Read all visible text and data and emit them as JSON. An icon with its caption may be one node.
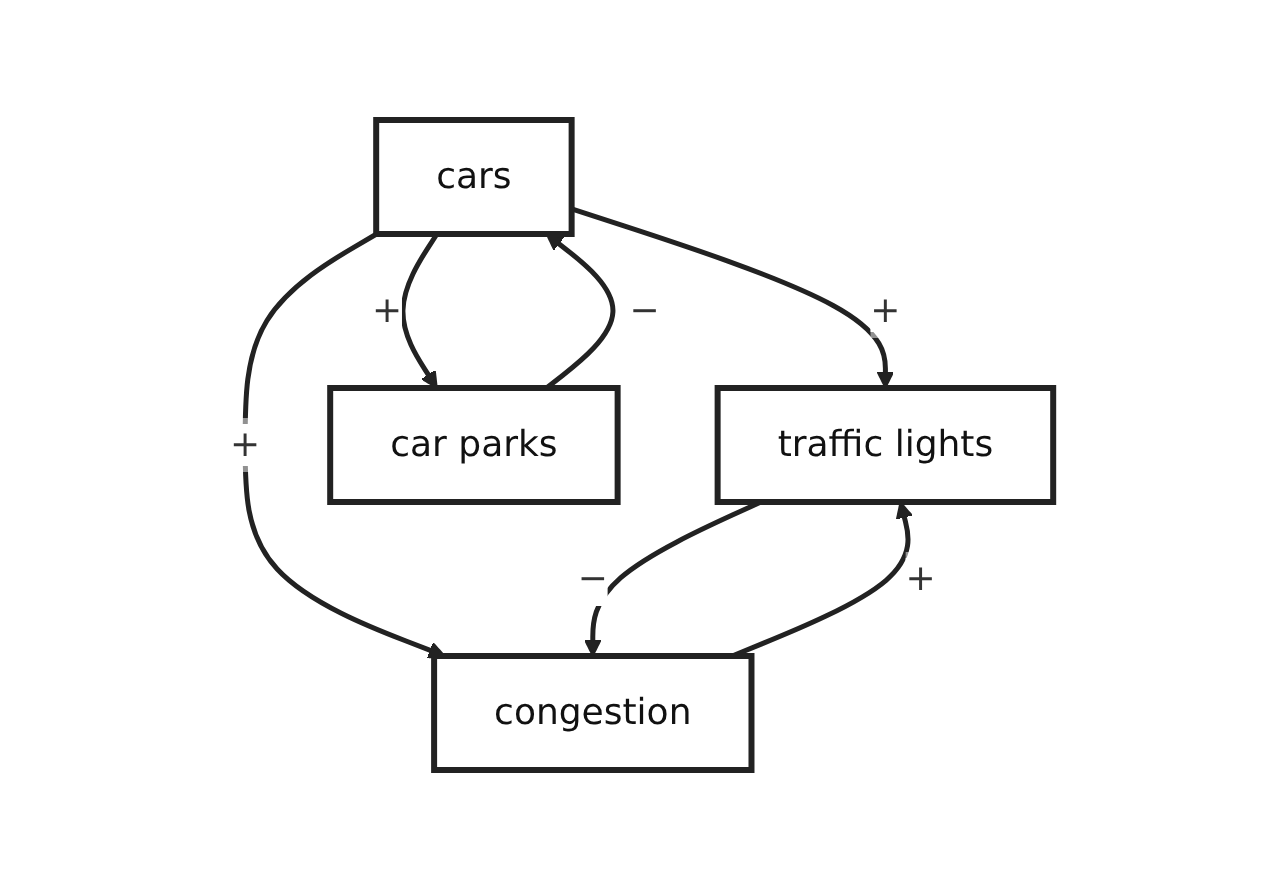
{
  "diagram": {
    "nodes": [
      {
        "text": [
          "cars"
        ]
      },
      {
        "text": [
          "traffic lights"
        ]
      },
      {
        "text": [
          "congestion"
        ]
      },
      {
        "text": [
          "car parks"
        ]
      }
    ],
    "edges": [
      {
        "from": 0,
        "to": 1,
        "arrow": "to",
        "label": "+"
      },
      {
        "from": 0,
        "to": 2,
        "arrow": "to",
        "label": "+"
      },
      {
        "from": 2,
        "to": 1,
        "arrow": "to",
        "label": "+"
      },
      {
        "from": 1,
        "to": 2,
        "arrow": "to",
        "label": "−"
      },
      {
        "from": 0,
        "to": 3,
        "arrow": "to",
        "label": "+"
      },
      {
        "from": 3,
        "to": 0,
        "arrow": "to",
        "label": "−"
      }
    ]
  }
}
